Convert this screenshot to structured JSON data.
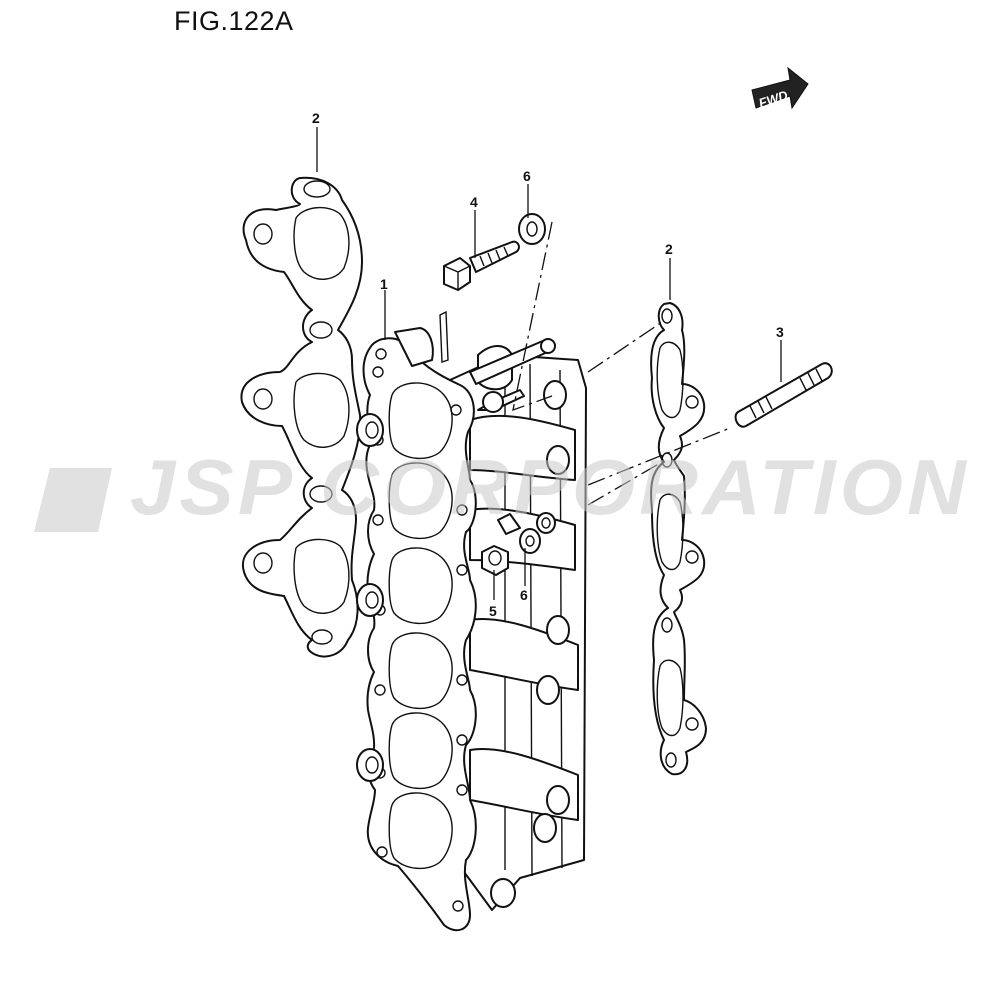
{
  "figure": {
    "title": "FIG.122A"
  },
  "direction_indicator": {
    "label": "FWD"
  },
  "watermark": {
    "text": "JSP CORPORATION"
  },
  "callouts": [
    "1",
    "2",
    "2",
    "3",
    "4",
    "5",
    "6",
    "6"
  ],
  "colors": {
    "line": "#111111",
    "watermark": "#c9c9c9",
    "background": "#ffffff"
  }
}
